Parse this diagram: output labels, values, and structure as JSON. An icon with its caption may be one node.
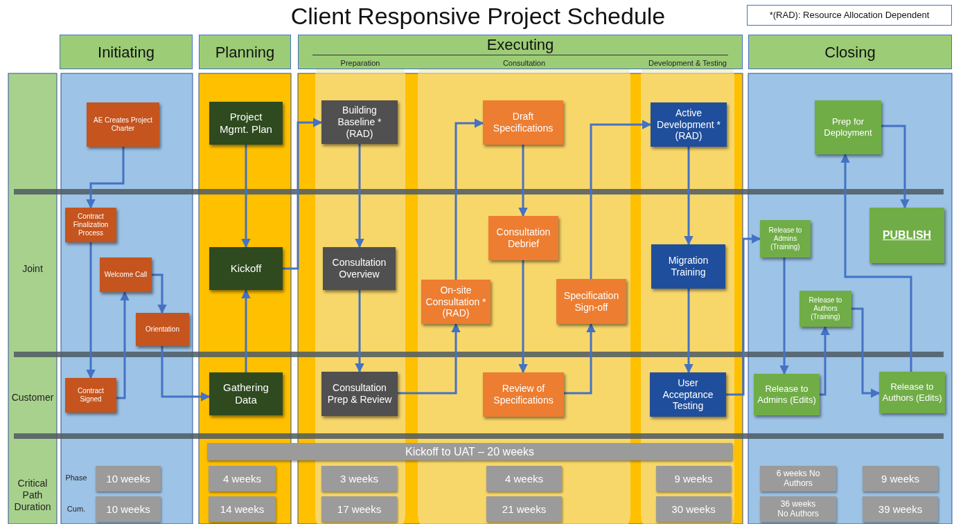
{
  "diagram": {
    "title": "Client Responsive Project Schedule",
    "nodes": [
      {
        "text": [
          "Initiating"
        ]
      },
      {
        "text": [
          "Planning"
        ]
      },
      {
        "text": [
          "Executing"
        ]
      },
      {
        "text": [
          "Closing"
        ]
      },
      {
        "text": [
          "*(RAD): Resource Allocation Dependent"
        ]
      },
      {
        "text": [
          "AE Creates Project Charter"
        ]
      },
      {
        "text": [
          "Contract Finalization Process"
        ]
      },
      {
        "text": [
          "Welcome Call"
        ]
      },
      {
        "text": [
          "Orientation"
        ]
      },
      {
        "text": [
          "Contract Signed"
        ]
      },
      {
        "text": [
          "Project Mgmt. Plan"
        ]
      },
      {
        "text": [
          "Kickoff"
        ]
      },
      {
        "text": [
          "Gathering Data"
        ]
      },
      {
        "text": [
          "Building Baseline *(RAD)"
        ]
      },
      {
        "text": [
          "Consultation Overview"
        ]
      },
      {
        "text": [
          "Consultation Prep & Review"
        ]
      },
      {
        "text": [
          "On-site Consultation *(RAD)"
        ]
      },
      {
        "text": [
          "Draft Specifications"
        ]
      },
      {
        "text": [
          "Consultation Debrief"
        ]
      },
      {
        "text": [
          "Review of Specifications"
        ]
      },
      {
        "text": [
          "Specification Sign-off"
        ]
      },
      {
        "text": [
          "Active Development *(RAD)"
        ]
      },
      {
        "text": [
          "Migration Training"
        ]
      },
      {
        "text": [
          "User Acceptance Testing"
        ]
      },
      {
        "text": [
          "Release to Admins (Training)"
        ]
      },
      {
        "text": [
          "Prep for Deployment"
        ]
      },
      {
        "text": [
          "PUBLISH"
        ]
      },
      {
        "text": [
          "Release to Authors (Training)"
        ]
      },
      {
        "text": [
          "Release to Admins (Edits)"
        ]
      },
      {
        "text": [
          "Release to Authors (Edits)"
        ]
      },
      {
        "text": [
          "Kickoff to UAT – 20 weeks"
        ]
      },
      {
        "text": [
          "10 weeks"
        ]
      },
      {
        "text": [
          "4 weeks"
        ]
      },
      {
        "text": [
          "3 weeks"
        ]
      },
      {
        "text": [
          "4 weeks"
        ]
      },
      {
        "text": [
          "9 weeks"
        ]
      },
      {
        "text": [
          "6 weeks No Authors"
        ]
      },
      {
        "text": [
          "9 weeks"
        ]
      },
      {
        "text": [
          "10 weeks"
        ]
      },
      {
        "text": [
          "14 weeks"
        ]
      },
      {
        "text": [
          "17 weeks"
        ]
      },
      {
        "text": [
          "21 weeks"
        ]
      },
      {
        "text": [
          "30 weeks"
        ]
      },
      {
        "text": [
          "36 weeks No Authors"
        ]
      },
      {
        "text": [
          "39 weeks"
        ]
      }
    ],
    "edges": [
      {
        "from": 5,
        "to": 6,
        "arrow": "to"
      },
      {
        "from": 6,
        "to": 9,
        "arrow": "to"
      },
      {
        "from": 9,
        "to": 7,
        "arrow": "to"
      },
      {
        "from": 7,
        "to": 8,
        "arrow": "to"
      },
      {
        "from": 8,
        "to": 12,
        "arrow": "to"
      },
      {
        "from": 12,
        "to": 11,
        "arrow": "to"
      },
      {
        "from": 10,
        "to": 11,
        "arrow": "to"
      },
      {
        "from": 11,
        "to": 13,
        "arrow": "to"
      },
      {
        "from": 13,
        "to": 14,
        "arrow": "to"
      },
      {
        "from": 14,
        "to": 15,
        "arrow": "to"
      },
      {
        "from": 15,
        "to": 16,
        "arrow": "to"
      },
      {
        "from": 16,
        "to": 17,
        "arrow": "to"
      },
      {
        "from": 17,
        "to": 18,
        "arrow": "to"
      },
      {
        "from": 18,
        "to": 19,
        "arrow": "to"
      },
      {
        "from": 19,
        "to": 20,
        "arrow": "to"
      },
      {
        "from": 20,
        "to": 21,
        "arrow": "to"
      },
      {
        "from": 21,
        "to": 22,
        "arrow": "to"
      },
      {
        "from": 22,
        "to": 23,
        "arrow": "to"
      },
      {
        "from": 23,
        "to": 24,
        "arrow": "to"
      },
      {
        "from": 24,
        "to": 28,
        "arrow": "to"
      },
      {
        "from": 28,
        "to": 27,
        "arrow": "to"
      },
      {
        "from": 27,
        "to": 29,
        "arrow": "to"
      },
      {
        "from": 29,
        "to": 25,
        "arrow": "to"
      },
      {
        "from": 25,
        "to": 26,
        "arrow": "to"
      }
    ],
    "labels": [
      "Preparation",
      "Consultation",
      "Development & Testing",
      "Joint",
      "Customer",
      "Critical Path Duration",
      "Phase",
      "Cum."
    ]
  }
}
